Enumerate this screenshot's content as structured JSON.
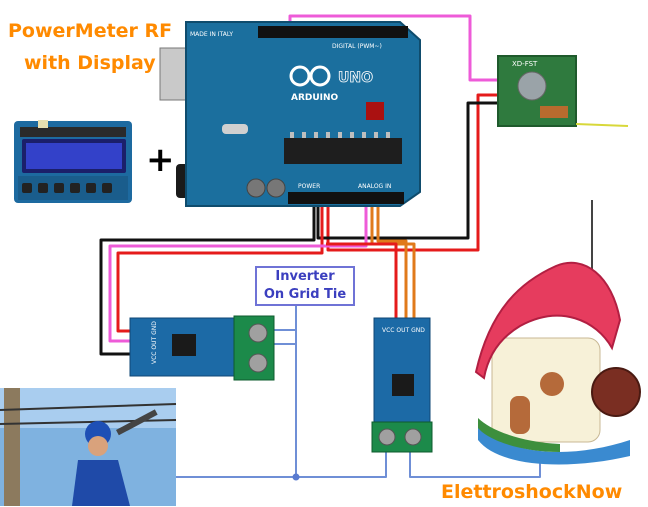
{
  "title": {
    "line1": "PowerMeter RF",
    "line2": "with Display"
  },
  "plus_sign": "+",
  "inverter_label": {
    "line1": "Inverter",
    "line2": "On Grid Tie"
  },
  "brand": "ElettroshockNow",
  "arduino": {
    "made_in": "MADE IN ITALY",
    "model": "UNO",
    "name": "ARDUINO",
    "digital_header": "DIGITAL (PWM~)",
    "power_header": "POWER",
    "analog_header": "ANALOG IN"
  },
  "rf_module": {
    "model": "XD-FST"
  },
  "sensor": {
    "pins": "VCC OUT GND"
  },
  "colors": {
    "title": "#ff8a00",
    "wire_red": "#e51b1b",
    "wire_black": "#111111",
    "wire_pink": "#ee5bd8",
    "wire_orange": "#e07a1b",
    "wire_blue": "#6f8fd6",
    "antenna_yellow": "#d8d83a",
    "arduino_board": "#1b6f9e",
    "lcd_screen": "#3341c9",
    "sensor_pcb": "#1c6aa6",
    "terminal_green": "#1c8a4a",
    "rf_pcb": "#2f7a3e"
  }
}
